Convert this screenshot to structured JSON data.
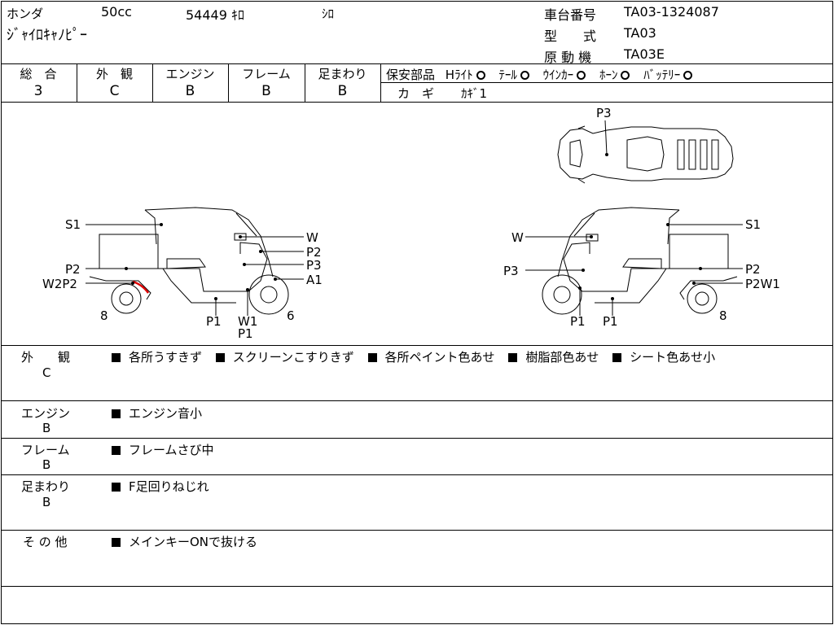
{
  "header": {
    "maker": "ホンダ",
    "displacement": "50cc",
    "mileage": "54449 ｷﾛ",
    "color": "ｼﾛ",
    "model_name": "ｼﾞｬｲﾛｷｬﾉﾋﾟｰ",
    "frame_no_label": "車台番号",
    "frame_no": "TA03-1324087",
    "type_label": "型　　式",
    "type": "TA03",
    "engine_label": "原 動 機",
    "engine": "TA03E"
  },
  "grades": [
    {
      "label": "総　合",
      "value": "3"
    },
    {
      "label": "外　観",
      "value": "C"
    },
    {
      "label": "エンジン",
      "value": "B"
    },
    {
      "label": "フレーム",
      "value": "B"
    },
    {
      "label": "足まわり",
      "value": "B"
    }
  ],
  "safety": {
    "label": "保安部品",
    "items": [
      {
        "label": "Hﾗｲﾄ",
        "status": "○"
      },
      {
        "label": "ﾃｰﾙ",
        "status": "○"
      },
      {
        "label": "ｳｲﾝｶｰ",
        "status": "○"
      },
      {
        "label": "ﾎｰﾝ",
        "status": "○"
      },
      {
        "label": "ﾊﾞｯﾃﾘｰ",
        "status": "○"
      }
    ],
    "key_label": "カ　ギ",
    "key_value": "ｶｷﾞ1"
  },
  "diagram": {
    "top_labels": {
      "p3": "P3"
    },
    "left_labels": {
      "s1": "S1",
      "w": "W",
      "p2a": "P2",
      "p3": "P3",
      "p2b": "P2",
      "a1": "A1",
      "w2p2": "W2P2",
      "eight": "8",
      "six": "6",
      "p1": "P1",
      "w1": "W1",
      "p1b": "P1"
    },
    "right_labels": {
      "w": "W",
      "s1": "S1",
      "p3": "P3",
      "p2": "P2",
      "p2w1": "P2W1",
      "p1a": "P1",
      "p1b": "P1",
      "eight": "8"
    }
  },
  "remarks": [
    {
      "category": "外　　観",
      "grade": "C",
      "items": [
        "各所うすきず",
        "スクリーンこすりきず",
        "各所ペイント色あせ",
        "樹脂部色あせ",
        "シート色あせ小"
      ]
    },
    {
      "category": "エンジン",
      "grade": "B",
      "items": [
        "エンジン音小"
      ]
    },
    {
      "category": "フレーム",
      "grade": "B",
      "items": [
        "フレームさび中"
      ]
    },
    {
      "category": "足まわり",
      "grade": "B",
      "items": [
        "F足回りねじれ"
      ]
    },
    {
      "category": "そ の 他",
      "grade": "",
      "items": [
        "メインキーONで抜ける"
      ]
    }
  ]
}
